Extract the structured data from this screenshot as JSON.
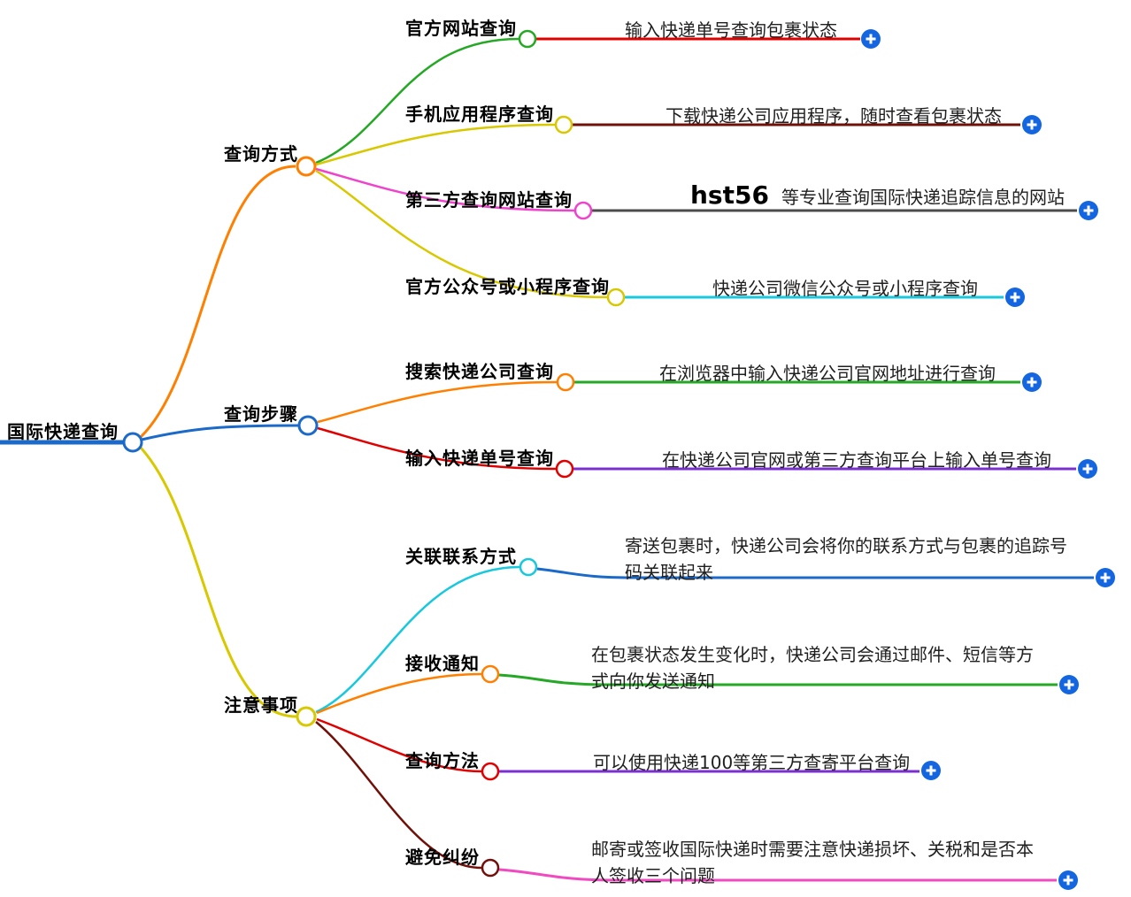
{
  "root": {
    "label": "国际快递查询"
  },
  "branches": [
    {
      "label": "查询方式",
      "children": [
        {
          "label": "官方网站查询",
          "desc": "输入快递单号查询包裹状态"
        },
        {
          "label": "手机应用程序查询",
          "desc": "下载快递公司应用程序，随时查看包裹状态"
        },
        {
          "label": "第三方查询网站查询",
          "desc_highlight": "hst56",
          "desc": "等专业查询国际快递追踪信息的网站"
        },
        {
          "label": "官方公众号或小程序查询",
          "desc": "快递公司微信公众号或小程序查询"
        }
      ]
    },
    {
      "label": "查询步骤",
      "children": [
        {
          "label": "搜索快递公司查询",
          "desc": "在浏览器中输入快递公司官网地址进行查询"
        },
        {
          "label": "输入快递单号查询",
          "desc": "在快递公司官网或第三方查询平台上输入单号查询"
        }
      ]
    },
    {
      "label": "注意事项",
      "children": [
        {
          "label": "关联联系方式",
          "desc": "寄送包裹时，快递公司会将你的联系方式与包裹的追踪号码关联起来"
        },
        {
          "label": "接收通知",
          "desc": "在包裹状态发生变化时，快递公司会通过邮件、短信等方式向你发送通知"
        },
        {
          "label": "查询方法",
          "desc": "可以使用快递100等第三方查寄平台查询"
        },
        {
          "label": "避免纠纷",
          "desc": "邮寄或签收国际快递时需要注意快递损坏、关税和是否本人签收三个问题"
        }
      ]
    }
  ],
  "icons": {
    "add_node": "plus-in-blue-circle"
  },
  "colors": {
    "root_blue": "#1b6ac9",
    "orange": "#ff7f00",
    "yellow": "#d7c800",
    "green": "#25a825",
    "magenta": "#ee44cc",
    "red": "#e00000",
    "maroon": "#701008",
    "gray": "#4c4c4c",
    "cyan": "#18c8dc",
    "purple": "#7b2fd0",
    "pink": "#f04ac0",
    "plus_blue": "#1466e0"
  }
}
